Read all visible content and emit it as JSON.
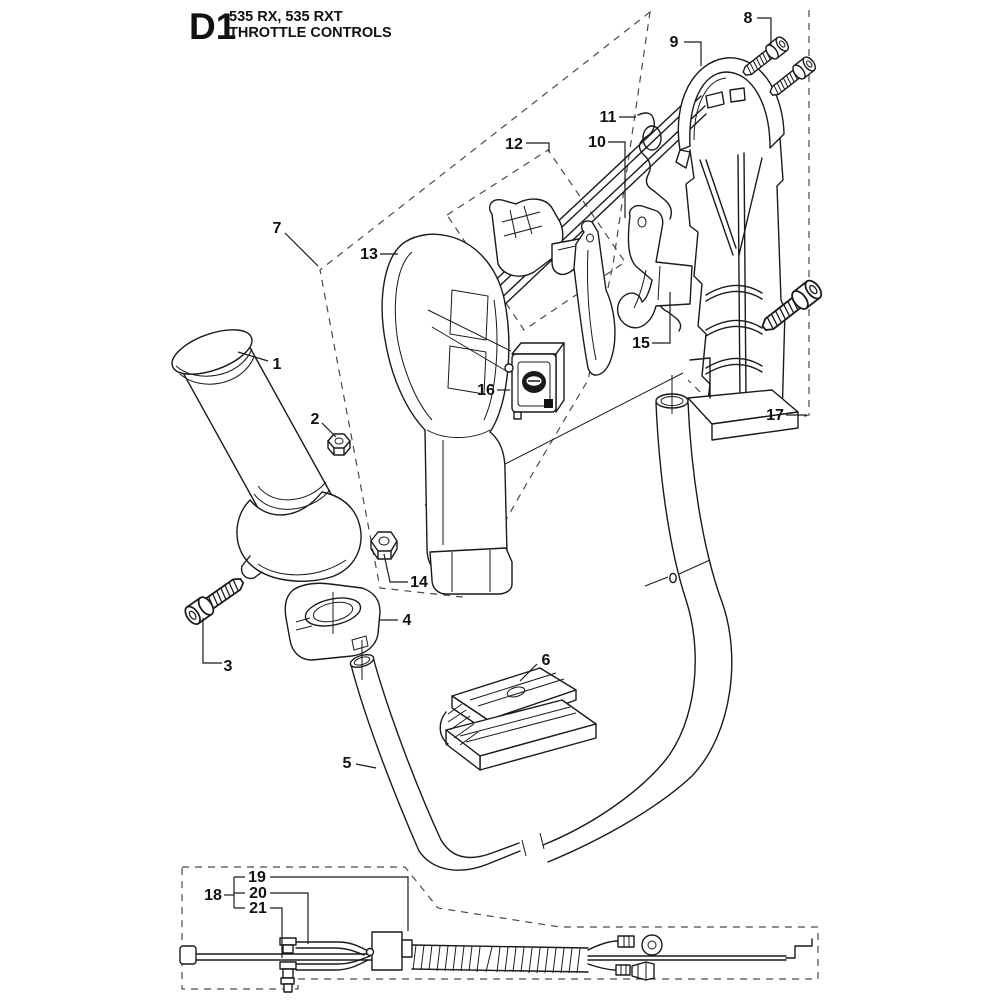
{
  "title": {
    "code": "D1",
    "models": "535 RX, 535 RXT",
    "name": "THROTTLE CONTROLS"
  },
  "callouts": [
    {
      "label": "1"
    },
    {
      "label": "2"
    },
    {
      "label": "3"
    },
    {
      "label": "4"
    },
    {
      "label": "5"
    },
    {
      "label": "6"
    },
    {
      "label": "7"
    },
    {
      "label": "8"
    },
    {
      "label": "9"
    },
    {
      "label": "10"
    },
    {
      "label": "11"
    },
    {
      "label": "12"
    },
    {
      "label": "13"
    },
    {
      "label": "14"
    },
    {
      "label": "15"
    },
    {
      "label": "16"
    },
    {
      "label": "17"
    },
    {
      "label": "18"
    },
    {
      "label": "19"
    },
    {
      "label": "20"
    },
    {
      "label": "21"
    }
  ]
}
